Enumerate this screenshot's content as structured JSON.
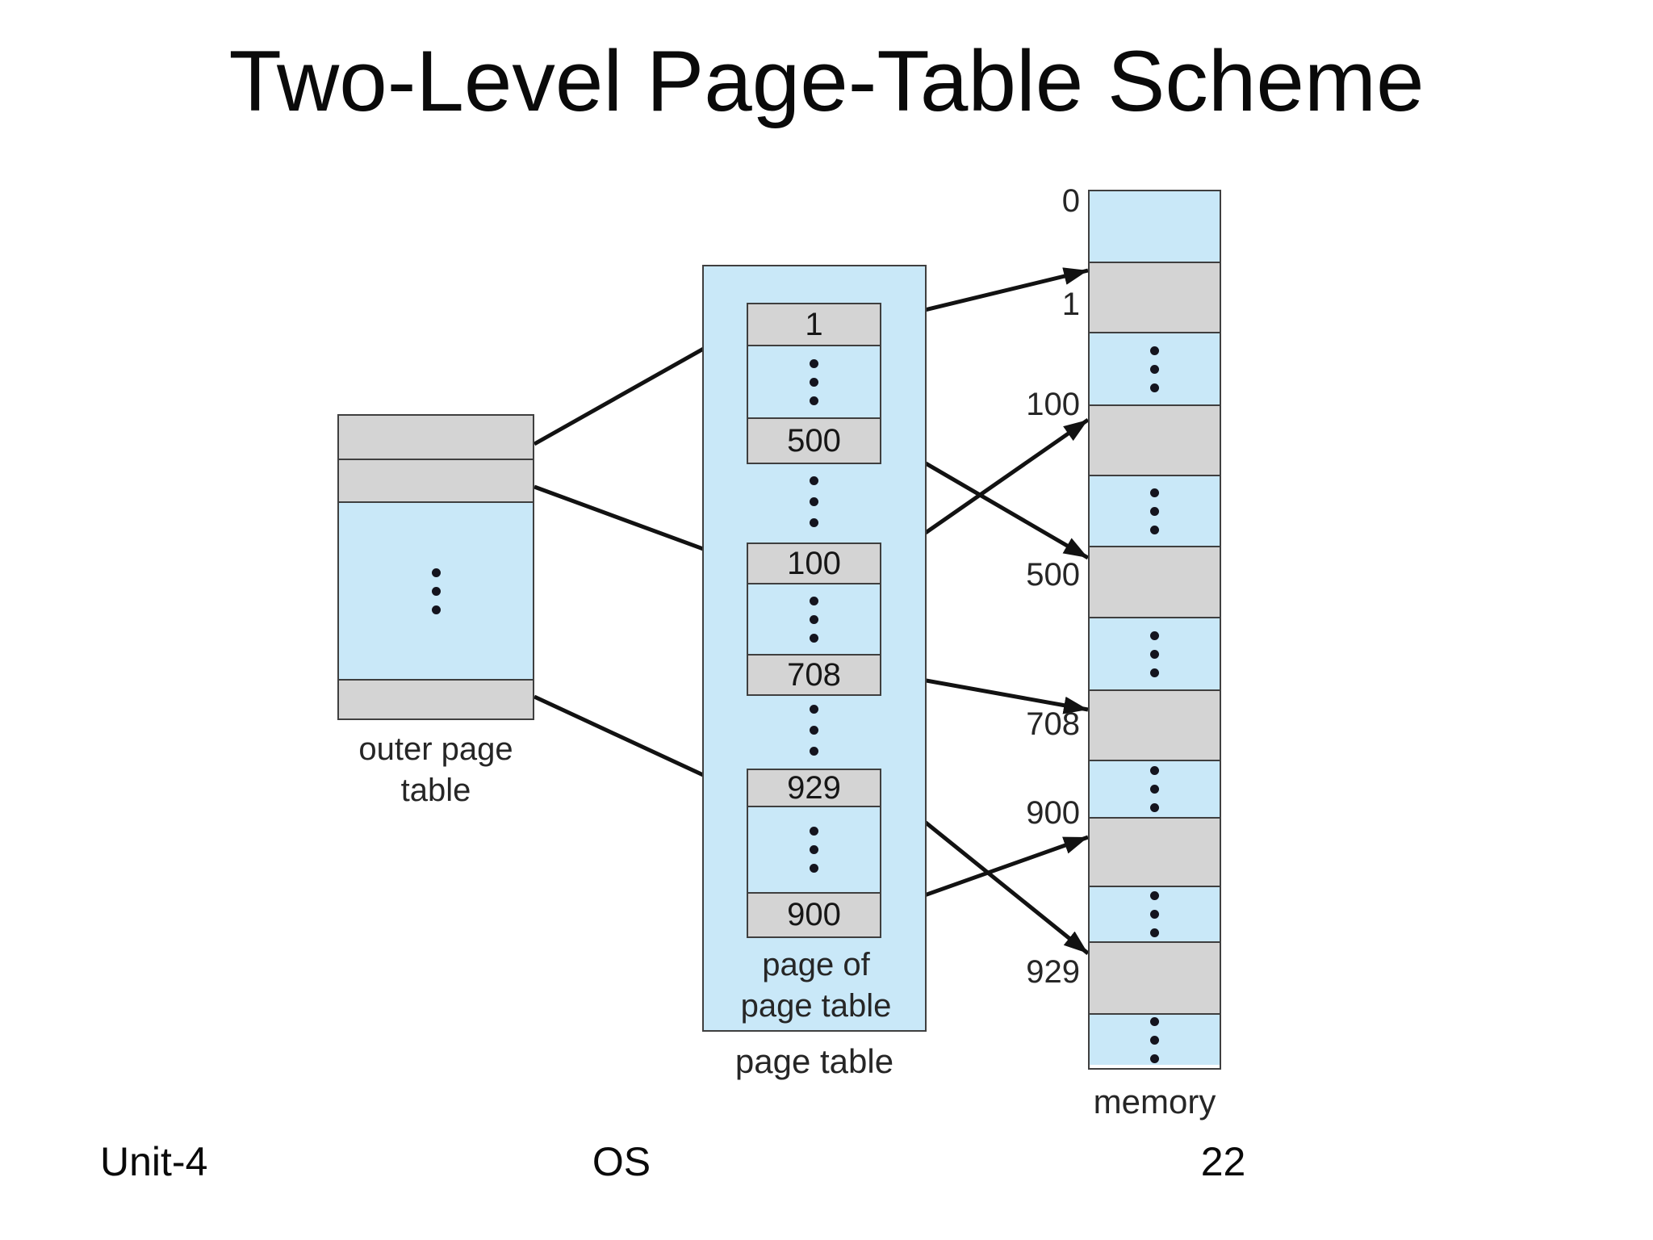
{
  "title": "Two-Level Page-Table Scheme",
  "colors": {
    "diagram-blue": "#c9e8f8",
    "diagram-gray": "#d4d4d4",
    "border": "#3f3f3f",
    "arrow": "#121212"
  },
  "diagram": {
    "outer_page_table": {
      "label_lines": [
        "outer page",
        "table"
      ]
    },
    "page_of_page_table": {
      "boxes": [
        {
          "top_entry": "1",
          "bottom_entry": "500"
        },
        {
          "top_entry": "100",
          "bottom_entry": "708"
        },
        {
          "top_entry": "929",
          "bottom_entry": "900"
        }
      ],
      "container_label_lines": [
        "page of",
        "page table"
      ],
      "caption": "page table"
    },
    "memory": {
      "frame_labels": [
        "0",
        "1",
        "100",
        "500",
        "708",
        "900",
        "929"
      ],
      "caption": "memory"
    }
  },
  "footer": {
    "unit": "Unit-4",
    "course": "OS",
    "page_number": "22"
  }
}
